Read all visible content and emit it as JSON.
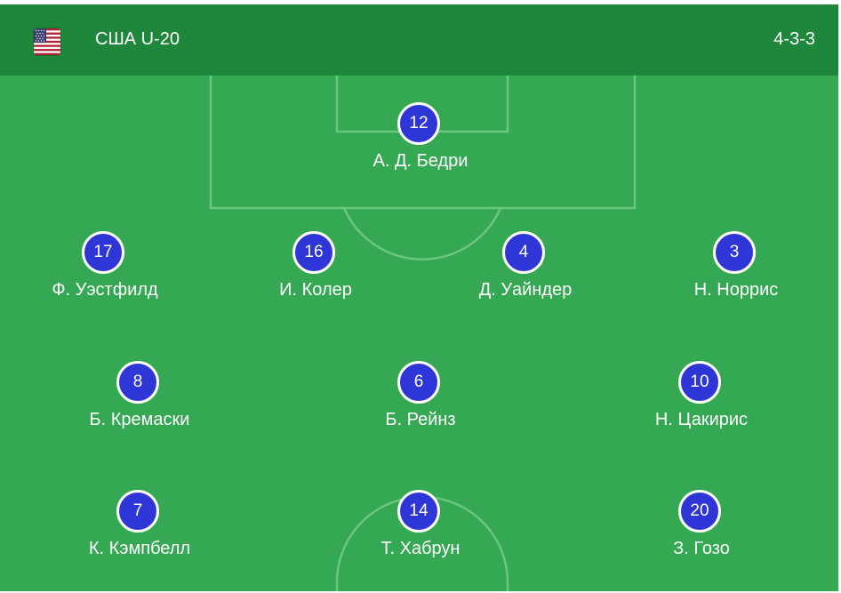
{
  "header": {
    "team_name": "США U-20",
    "formation": "4-3-3",
    "flag_icon": "usa-flag-icon"
  },
  "colors": {
    "pitch": "#34a853",
    "header": "#1e873b",
    "jersey": "#2e36d8",
    "lines": "#6bc67e"
  },
  "players": [
    {
      "number": "12",
      "name": "А. Д. Бедри",
      "role": "goalkeeper"
    },
    {
      "number": "17",
      "name": "Ф. Уэстфилд",
      "role": "defender"
    },
    {
      "number": "16",
      "name": "И. Колер",
      "role": "defender"
    },
    {
      "number": "4",
      "name": "Д. Уайндер",
      "role": "defender"
    },
    {
      "number": "3",
      "name": "Н. Норрис",
      "role": "defender"
    },
    {
      "number": "8",
      "name": "Б. Кремаски",
      "role": "midfielder"
    },
    {
      "number": "6",
      "name": "Б. Рейнз",
      "role": "midfielder"
    },
    {
      "number": "10",
      "name": "Н. Цакирис",
      "role": "midfielder"
    },
    {
      "number": "7",
      "name": "К. Кэмпбелл",
      "role": "forward"
    },
    {
      "number": "14",
      "name": "Т. Хабрун",
      "role": "forward"
    },
    {
      "number": "20",
      "name": "З. Гозо",
      "role": "forward"
    }
  ]
}
